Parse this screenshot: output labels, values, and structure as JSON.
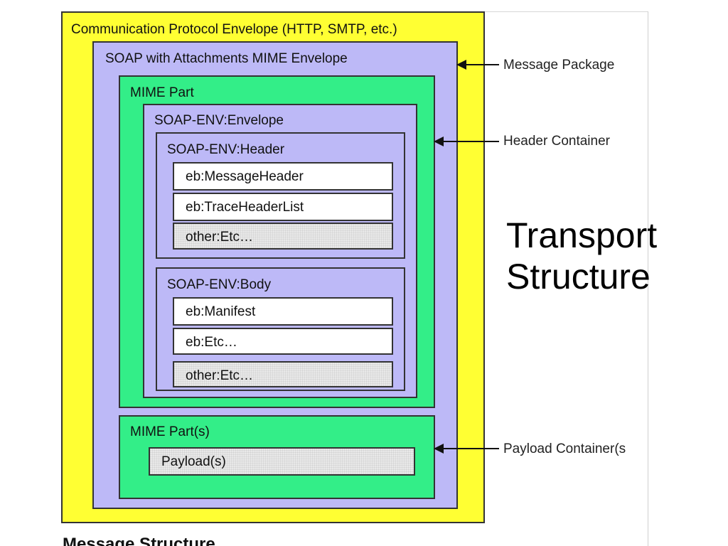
{
  "diagram": {
    "outer_label": "Communication Protocol Envelope (HTTP, SMTP, etc.)",
    "mime_envelope_label": "SOAP with Attachments MIME Envelope",
    "mime_part_label": "MIME Part",
    "soap_envelope_label": "SOAP-ENV:Envelope",
    "soap_header": {
      "label": "SOAP-ENV:Header",
      "items": [
        "eb:MessageHeader",
        "eb:TraceHeaderList",
        "other:Etc…"
      ]
    },
    "soap_body": {
      "label": "SOAP-ENV:Body",
      "items": [
        "eb:Manifest",
        "eb:Etc…",
        "other:Etc…"
      ]
    },
    "mime_parts_label": "MIME Part(s)",
    "payload_label": "Payload(s)",
    "callouts": {
      "message_package": "Message Package",
      "header_container": "Header Container",
      "payload_container": "Payload Container(s"
    },
    "caption": "Message Structure"
  },
  "slide": {
    "title_line1": "Transport",
    "title_line2": "Structure"
  },
  "colors": {
    "protocol_envelope": "#ffff33",
    "mime_envelope": "#bdb9f7",
    "mime_part": "#33ee88",
    "element": "#ffffff",
    "extension_element": "#e9e9e9"
  }
}
